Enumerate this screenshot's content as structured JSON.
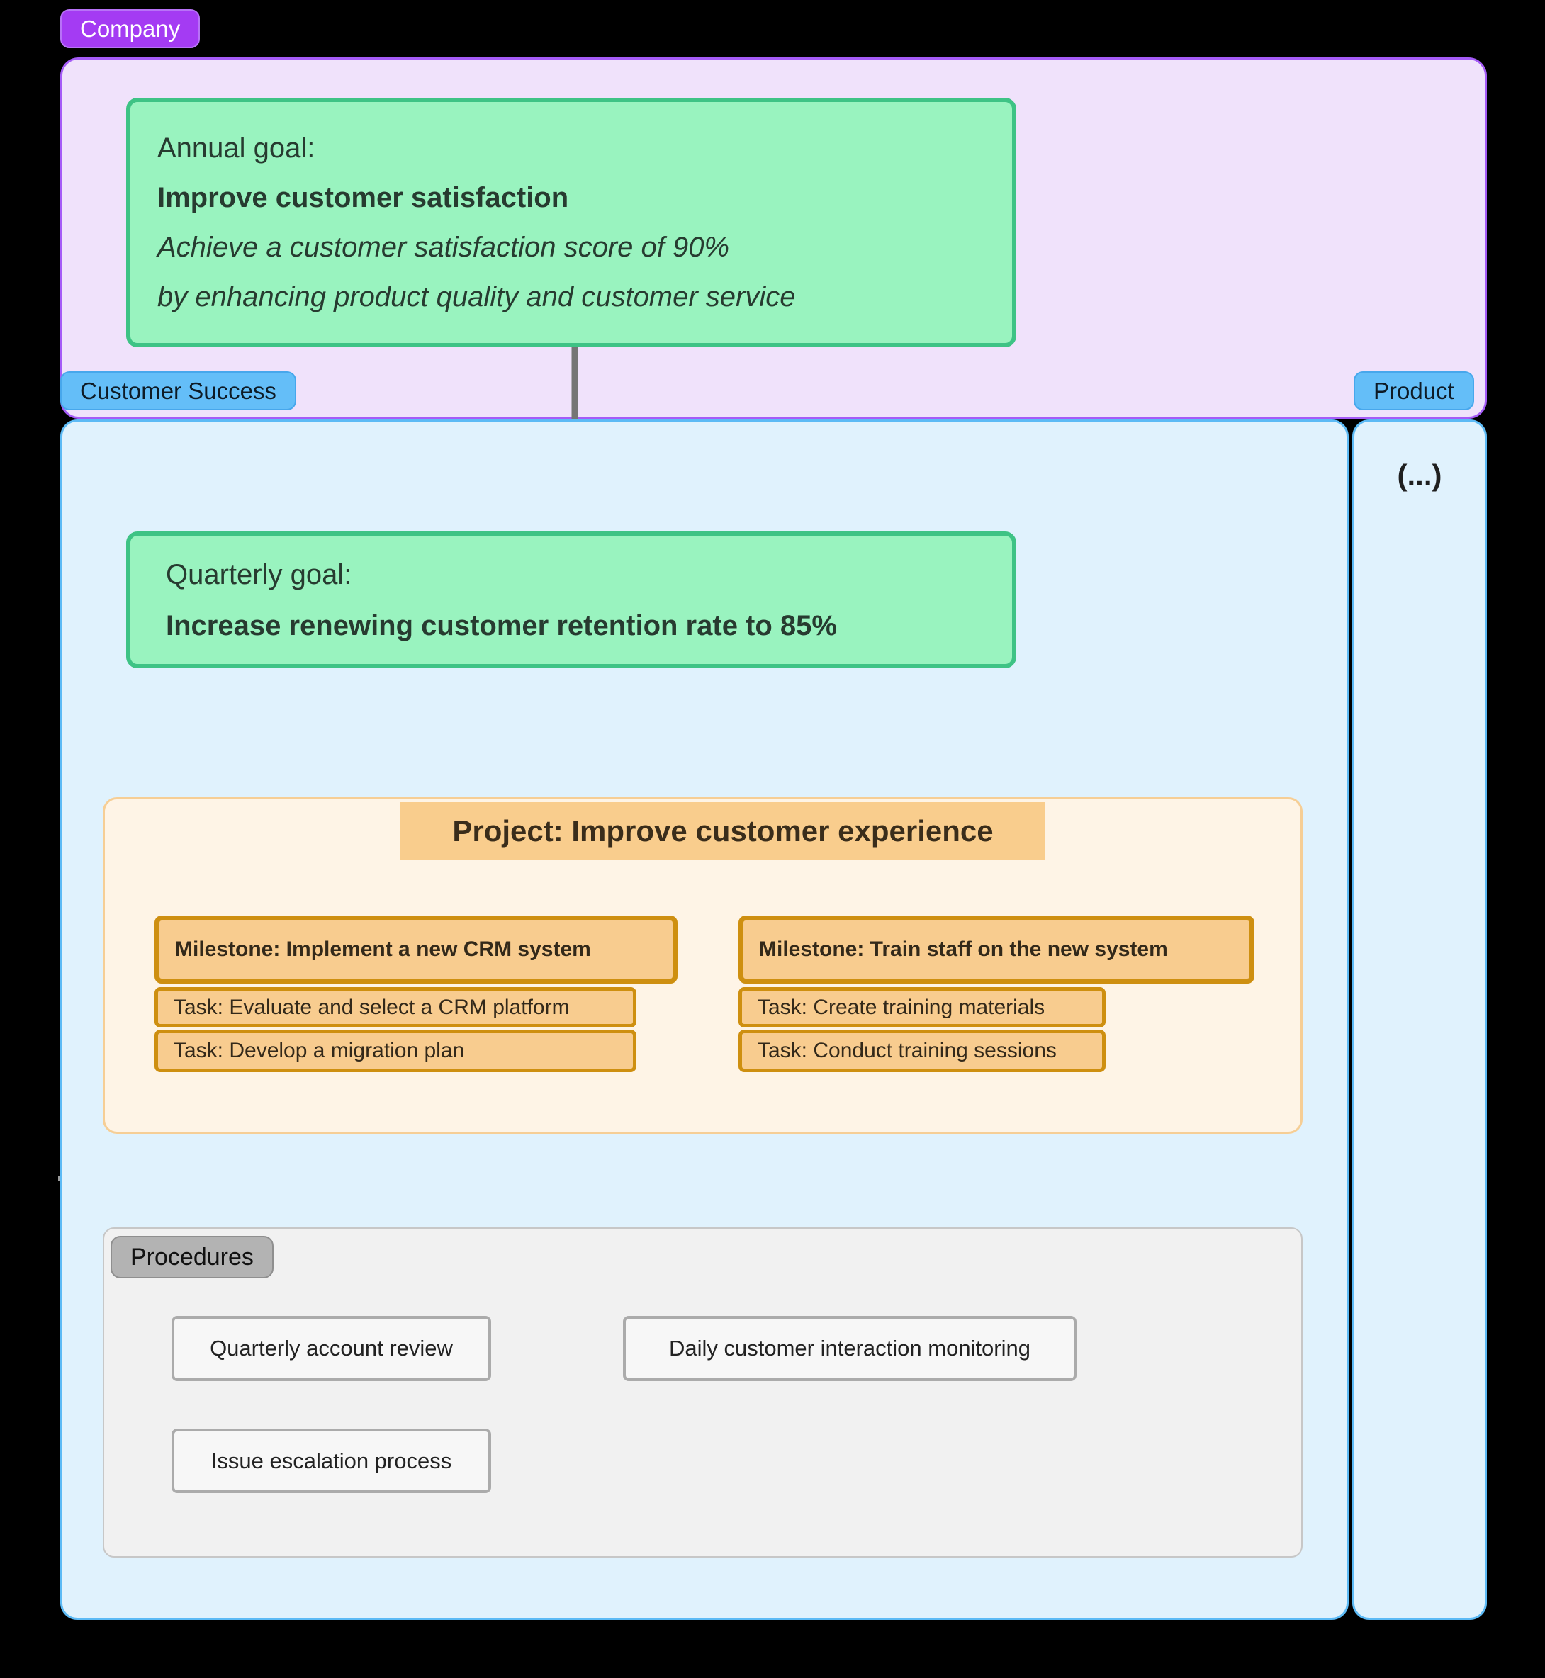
{
  "badges": {
    "company": "Company",
    "customer_success": "Customer Success",
    "product": "Product",
    "procedures": "Procedures"
  },
  "annual_goal": {
    "label": "Annual goal:",
    "title": "Improve customer satisfaction",
    "desc_line1": "Achieve a customer satisfaction score of 90%",
    "desc_line2": "by enhancing product quality and customer service"
  },
  "quarterly_goal": {
    "label": "Quarterly goal:",
    "title": "Increase renewing customer retention rate to 85%"
  },
  "product_panel": {
    "placeholder": "(...)"
  },
  "project": {
    "title": "Project: Improve customer experience",
    "columns": [
      {
        "milestone": "Milestone: Implement a new CRM system",
        "tasks": [
          "Task: Evaluate and select a CRM platform",
          "Task: Develop a migration plan"
        ]
      },
      {
        "milestone": "Milestone: Train staff on the new system",
        "tasks": [
          "Task: Create training materials",
          "Task: Conduct training sessions"
        ]
      }
    ]
  },
  "procedures": {
    "items": [
      "Quarterly account review",
      "Daily customer interaction monitoring",
      "Issue escalation process"
    ]
  },
  "colors": {
    "background": "#000000",
    "company_badge": "#a43bf3",
    "purple_panel_fill": "#f0e2fb",
    "purple_panel_border": "#a55bf7",
    "blue_panel_fill": "#e0f2fd",
    "blue_panel_border": "#5cbaf5",
    "blue_badge_fill": "#64bef8",
    "goal_fill": "#99f3bf",
    "goal_border": "#3ec385",
    "goal_text": "#273b30",
    "project_container_fill": "#fef4e6",
    "project_container_border": "#f6ce95",
    "project_title_fill": "#f9cd8d",
    "milestone_fill": "#f8cc8f",
    "milestone_border": "#ce8f10",
    "orange_text": "#33291a",
    "connector_gray": "#757575",
    "dashed_line_gray": "#9c9c9c",
    "procedures_container_fill": "#f1f1f1",
    "procedures_badge_fill": "#b3b3b3",
    "procedure_box_fill": "#f7f7f7",
    "procedure_box_border": "#ababab"
  }
}
